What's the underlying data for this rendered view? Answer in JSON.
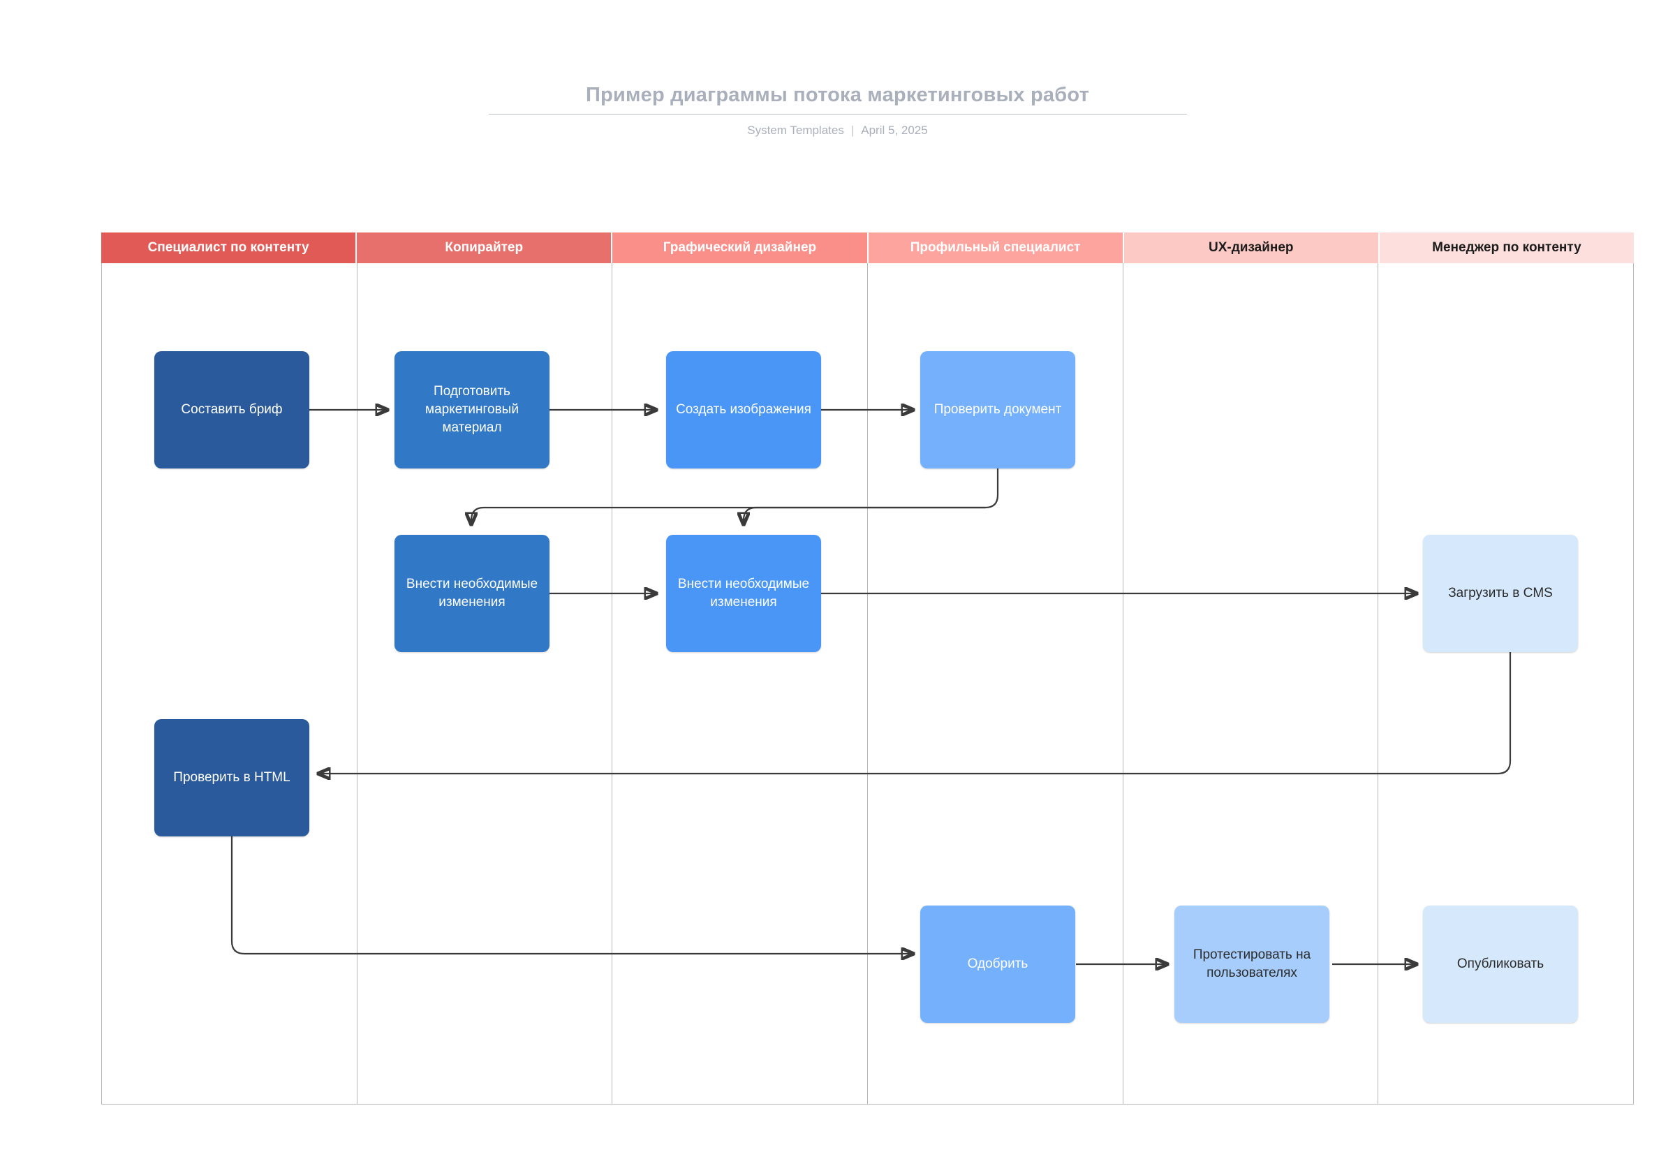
{
  "header": {
    "title": "Пример диаграммы потока маркетинговых работ",
    "author": "System Templates",
    "separator": "|",
    "date": "April 5, 2025"
  },
  "diagram": {
    "type": "swimlane-flowchart",
    "lanes": [
      {
        "label": "Специалист по контенту",
        "bg": "#e25a55",
        "fg": "#ffffff"
      },
      {
        "label": "Копирайтер",
        "bg": "#e8706c",
        "fg": "#ffffff"
      },
      {
        "label": "Графический дизайнер",
        "bg": "#fa8e88",
        "fg": "#ffffff"
      },
      {
        "label": "Профильный специалист",
        "bg": "#fca49d",
        "fg": "#ffffff"
      },
      {
        "label": "UX-дизайнер",
        "bg": "#fcc9c4",
        "fg": "#1c1c1c"
      },
      {
        "label": "Менеджер по контенту",
        "bg": "#fde0dd",
        "fg": "#1c1c1c"
      }
    ],
    "nodes": [
      {
        "id": "brief",
        "label": "Составить бриф",
        "lane": 0,
        "row": 0,
        "bg": "#2a5a9b",
        "fg": "#ffffff"
      },
      {
        "id": "prepare",
        "label": "Подготовить маркетинговый материал",
        "lane": 1,
        "row": 0,
        "bg": "#3178c6",
        "fg": "#ffffff"
      },
      {
        "id": "images",
        "label": "Создать изображения",
        "lane": 2,
        "row": 0,
        "bg": "#4a96f7",
        "fg": "#ffffff"
      },
      {
        "id": "review",
        "label": "Проверить документ",
        "lane": 3,
        "row": 0,
        "bg": "#74b0fc",
        "fg": "#ffffff"
      },
      {
        "id": "revise1",
        "label": "Внести необходимые изменения",
        "lane": 1,
        "row": 1,
        "bg": "#3178c6",
        "fg": "#ffffff"
      },
      {
        "id": "revise2",
        "label": "Внести необходимые изменения",
        "lane": 2,
        "row": 1,
        "bg": "#4a96f7",
        "fg": "#ffffff"
      },
      {
        "id": "cms",
        "label": "Загрузить в CMS",
        "lane": 5,
        "row": 1,
        "bg": "#d6e8fb",
        "fg": "#2b2b2b"
      },
      {
        "id": "html",
        "label": "Проверить в HTML",
        "lane": 0,
        "row": 2,
        "bg": "#2a5a9b",
        "fg": "#ffffff"
      },
      {
        "id": "approve",
        "label": "Одобрить",
        "lane": 3,
        "row": 3,
        "bg": "#74b0fc",
        "fg": "#ffffff"
      },
      {
        "id": "usertest",
        "label": "Протестировать на пользователях",
        "lane": 4,
        "row": 3,
        "bg": "#a6cdfb",
        "fg": "#2b2b2b"
      },
      {
        "id": "publish",
        "label": "Опубликовать",
        "lane": 5,
        "row": 3,
        "bg": "#d6e8fb",
        "fg": "#2b2b2b"
      }
    ],
    "edges": [
      {
        "from": "brief",
        "to": "prepare"
      },
      {
        "from": "prepare",
        "to": "images"
      },
      {
        "from": "images",
        "to": "review"
      },
      {
        "from": "review",
        "to": "revise1"
      },
      {
        "from": "review",
        "to": "revise2"
      },
      {
        "from": "revise1",
        "to": "revise2"
      },
      {
        "from": "revise2",
        "to": "cms"
      },
      {
        "from": "cms",
        "to": "html"
      },
      {
        "from": "html",
        "to": "approve"
      },
      {
        "from": "approve",
        "to": "usertest"
      },
      {
        "from": "usertest",
        "to": "publish"
      }
    ]
  }
}
